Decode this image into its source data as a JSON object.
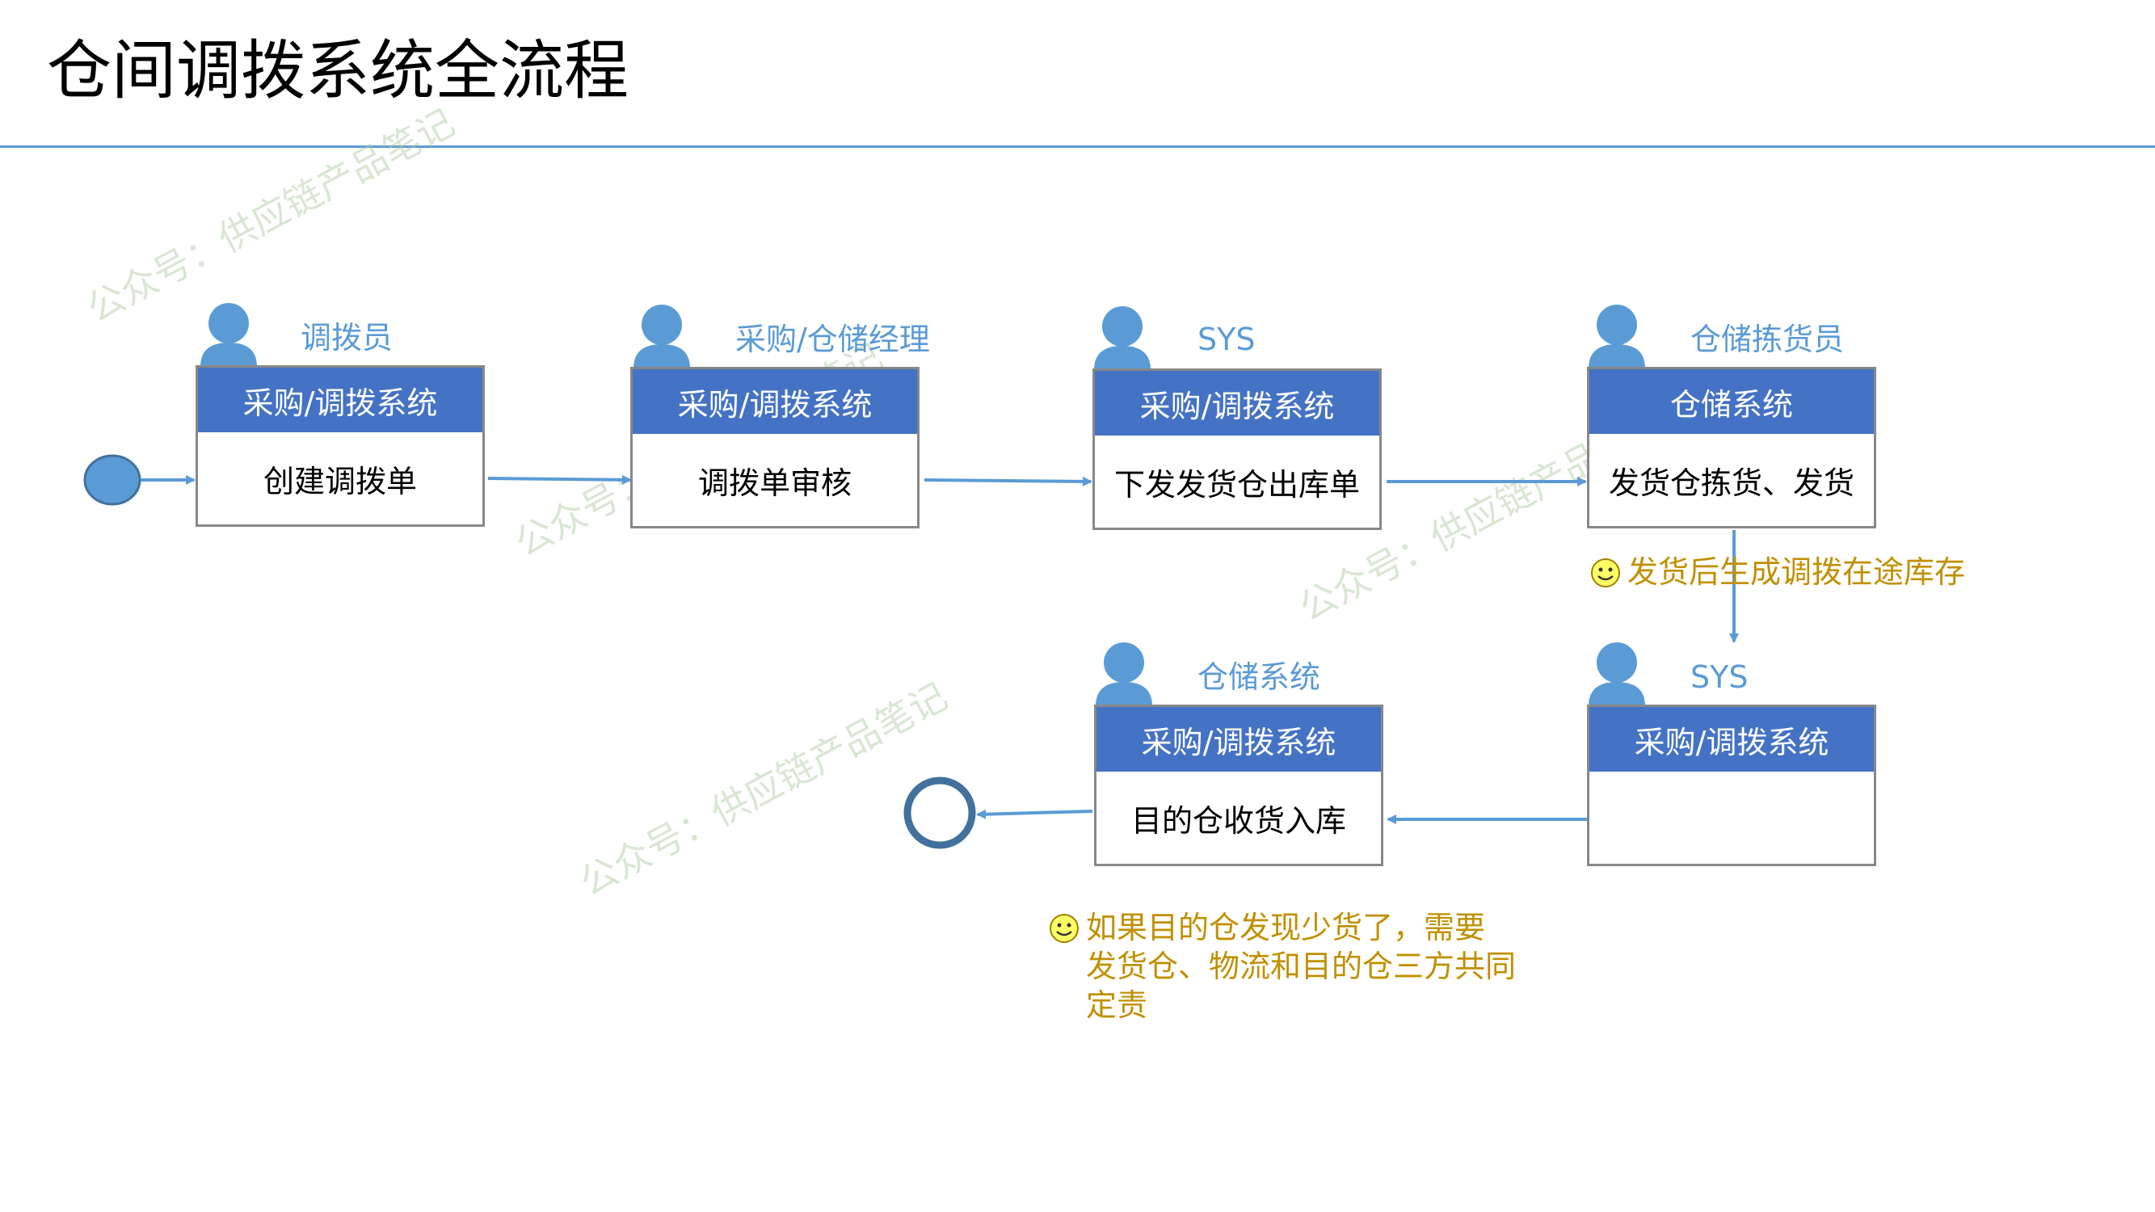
{
  "title": "仓间调拨系统全流程",
  "colors": {
    "accent": "#4472c4",
    "role_text": "#5b9bd5",
    "note_text": "#c09000",
    "node_fill": "#5b9bd5"
  },
  "watermark": "公众号：供应链产品笔记",
  "steps": [
    {
      "role": "调拨员",
      "system": "采购/调拨系统",
      "action": "创建调拨单"
    },
    {
      "role": "采购/仓储经理",
      "system": "采购/调拨系统",
      "action": "调拨单审核"
    },
    {
      "role": "SYS",
      "system": "采购/调拨系统",
      "action": "下发发货仓出库单"
    },
    {
      "role": "仓储拣货员",
      "system": "仓储系统",
      "action": "发货仓拣货、发货"
    },
    {
      "role": "SYS",
      "system": "采购/调拨系统",
      "action": ""
    },
    {
      "role": "仓储系统",
      "system": "采购/调拨系统",
      "action": "目的仓收货入库"
    }
  ],
  "notes": [
    {
      "icon": "smiley-icon",
      "text": "发货后生成调拨在途库存"
    },
    {
      "icon": "smiley-icon",
      "text": "如果目的仓发现少货了，需要\n发货仓、物流和目的仓三方共同\n定责"
    }
  ]
}
